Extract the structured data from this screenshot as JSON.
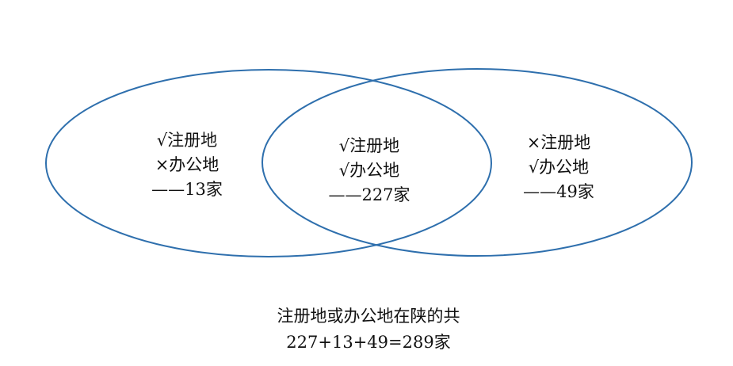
{
  "colors": {
    "ellipse_stroke": "#2E6FAD",
    "text": "#111111"
  },
  "regions": {
    "left_only": {
      "line1": "√注册地",
      "line2": "×办公地",
      "line3": "——13家"
    },
    "both": {
      "line1": "√注册地",
      "line2": "√办公地",
      "line3": "——227家"
    },
    "right_only": {
      "line1": "×注册地",
      "line2": "√办公地",
      "line3": "——49家"
    }
  },
  "summary": {
    "line1": "注册地或办公地在陕的共",
    "line2": "227+13+49=289家"
  }
}
